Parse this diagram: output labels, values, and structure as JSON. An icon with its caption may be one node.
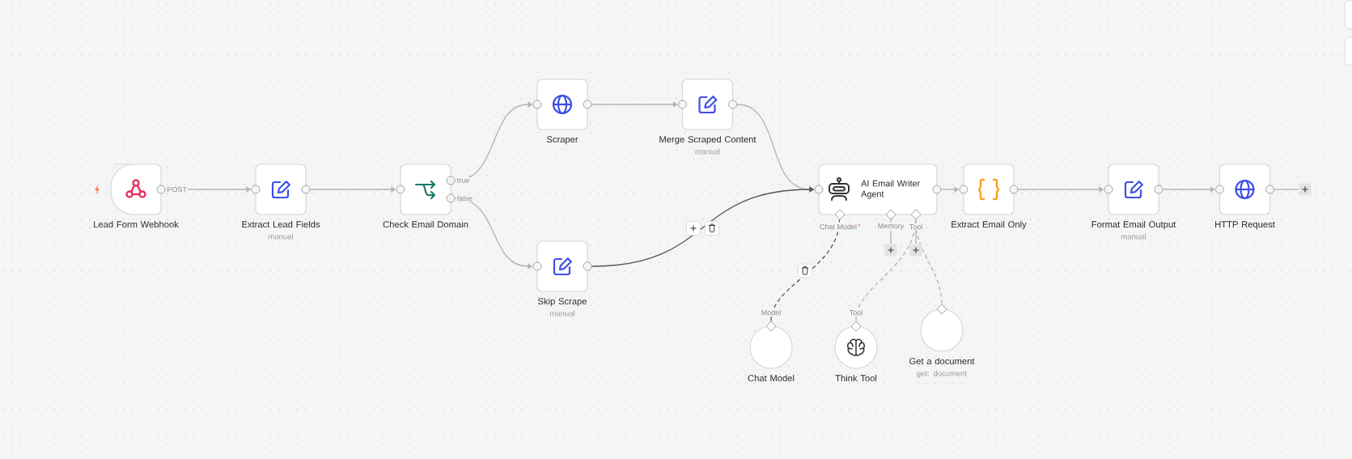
{
  "diagram": {
    "nodes": [
      {
        "text": [
          "Lead Form Webhook"
        ]
      },
      {
        "text": [
          "Extract Lead Fields",
          "manual"
        ]
      },
      {
        "text": [
          "Check Email Domain"
        ]
      },
      {
        "text": [
          "Scraper"
        ]
      },
      {
        "text": [
          "Merge Scraped Content",
          "manual"
        ]
      },
      {
        "text": [
          "Skip Scrape",
          "manual"
        ]
      },
      {
        "text": [
          "AI Email Writer Agent"
        ]
      },
      {
        "text": [
          "Extract Email Only"
        ]
      },
      {
        "text": [
          "Format Email Output",
          "manual"
        ]
      },
      {
        "text": [
          "HTTP Request"
        ]
      },
      {
        "text": [
          "Chat Model"
        ]
      },
      {
        "text": [
          "Think Tool"
        ]
      },
      {
        "text": [
          "Get a document",
          "get: document"
        ]
      }
    ],
    "edges": [
      {
        "from": 0,
        "to": 1,
        "arrow": "to",
        "label": "POST"
      },
      {
        "from": 1,
        "to": 2,
        "arrow": "to"
      },
      {
        "from": 2,
        "to": 3,
        "arrow": "to",
        "label": "true"
      },
      {
        "from": 2,
        "to": 5,
        "arrow": "to",
        "label": "false"
      },
      {
        "from": 3,
        "to": 4,
        "arrow": "to"
      },
      {
        "from": 4,
        "to": 6,
        "arrow": "to"
      },
      {
        "from": 5,
        "to": 6,
        "arrow": "to",
        "color": "#555555"
      },
      {
        "from": 6,
        "to": 7,
        "arrow": "to"
      },
      {
        "from": 7,
        "to": 8,
        "arrow": "to"
      },
      {
        "from": 8,
        "to": 9,
        "arrow": "to"
      },
      {
        "from": 10,
        "to": 6,
        "arrow": "none",
        "style": "dashed",
        "color": "#555555"
      },
      {
        "from": 11,
        "to": 6,
        "arrow": "none",
        "style": "dashed"
      },
      {
        "from": 12,
        "to": 6,
        "arrow": "none",
        "style": "dashed"
      }
    ],
    "labels": [
      "Chat Model",
      "*",
      "Memory",
      "Tool",
      "Model",
      "Tool"
    ]
  }
}
